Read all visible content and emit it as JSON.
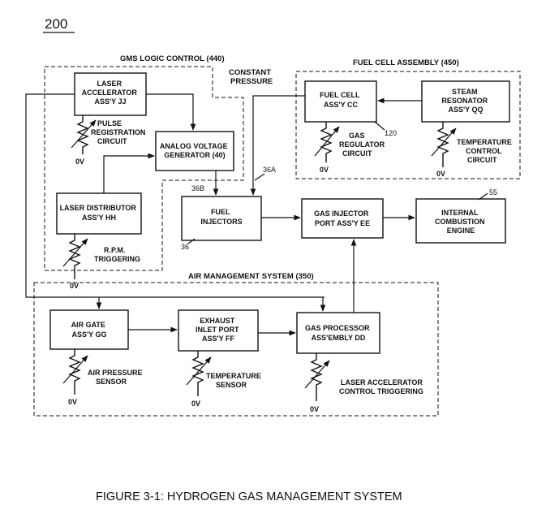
{
  "figure_number": "200",
  "caption": "FIGURE 3-1: HYDROGEN GAS MANAGEMENT SYSTEM",
  "groups": {
    "gms": "GMS LOGIC CONTROL (440)",
    "fuel_cell_assembly": "FUEL CELL ASSEMBLY (450)",
    "air_management": "AIR MANAGEMENT SYSTEM (350)"
  },
  "constant_pressure": [
    "CONSTANT",
    "PRESSURE"
  ],
  "boxes": {
    "laser_accel": [
      "LASER",
      "ACCELERATOR",
      "ASS'Y JJ"
    ],
    "analog_voltage": [
      "ANALOG VOLTAGE",
      "GENERATOR (40)"
    ],
    "laser_dist": [
      "LASER DISTRIBUTOR",
      "ASS'Y HH"
    ],
    "fuel_cell": [
      "FUEL CELL",
      "ASS'Y CC"
    ],
    "steam": [
      "STEAM",
      "RESONATOR",
      "ASS'Y QQ"
    ],
    "fuel_injectors": [
      "FUEL",
      "INJECTORS"
    ],
    "gas_injector": [
      "GAS INJECTOR",
      "PORT ASS'Y EE"
    ],
    "engine": [
      "INTERNAL",
      "COMBUSTION",
      "ENGINE"
    ],
    "air_gate": [
      "AIR GATE",
      "ASS'Y GG"
    ],
    "exhaust": [
      "EXHAUST",
      "INLET PORT",
      "ASS'Y FF"
    ],
    "gas_processor": [
      "GAS PROCESSOR",
      "ASS'EMBLY DD"
    ]
  },
  "sensor_labels": {
    "pulse_registration": [
      "PULSE",
      "REGISTRATION",
      "CIRCUIT"
    ],
    "rpm": [
      "R.P.M.",
      "TRIGGERING"
    ],
    "gas_regulator": [
      "GAS",
      "REGULATOR",
      "CIRCUIT"
    ],
    "temp_control": [
      "TEMPERATURE",
      "CONTROL",
      "CIRCUIT"
    ],
    "air_pressure": [
      "AIR PRESSURE",
      "SENSOR"
    ],
    "temp_sensor": [
      "TEMPERATURE",
      "SENSOR"
    ],
    "laser_trigger": [
      "LASER ACCELERATOR",
      "CONTROL TRIGGERING"
    ]
  },
  "ground_label": "0V",
  "refs": {
    "r120": "120",
    "r55": "55",
    "r36": "36",
    "r36a": "36A",
    "r36b": "36B"
  }
}
